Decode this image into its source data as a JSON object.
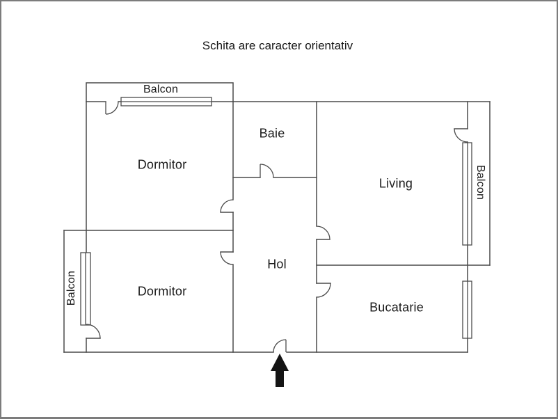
{
  "title": "Schita are caracter orientativ",
  "rooms": {
    "balcon_top": {
      "label": "Balcon"
    },
    "dormitor_top": {
      "label": "Dormitor"
    },
    "baie": {
      "label": "Baie"
    },
    "living": {
      "label": "Living"
    },
    "balcon_right": {
      "label": "Balcon"
    },
    "dormitor_bottom": {
      "label": "Dormitor"
    },
    "hol": {
      "label": "Hol"
    },
    "bucatarie": {
      "label": "Bucatarie"
    },
    "balcon_left": {
      "label": "Balcon"
    }
  },
  "icons": {
    "entrance_arrow": "up-arrow"
  },
  "colors": {
    "wall": "#4a4a4a",
    "text": "#1b1b1b",
    "arrow": "#141414",
    "border": "#7c7c7c",
    "background": "#ffffff"
  }
}
